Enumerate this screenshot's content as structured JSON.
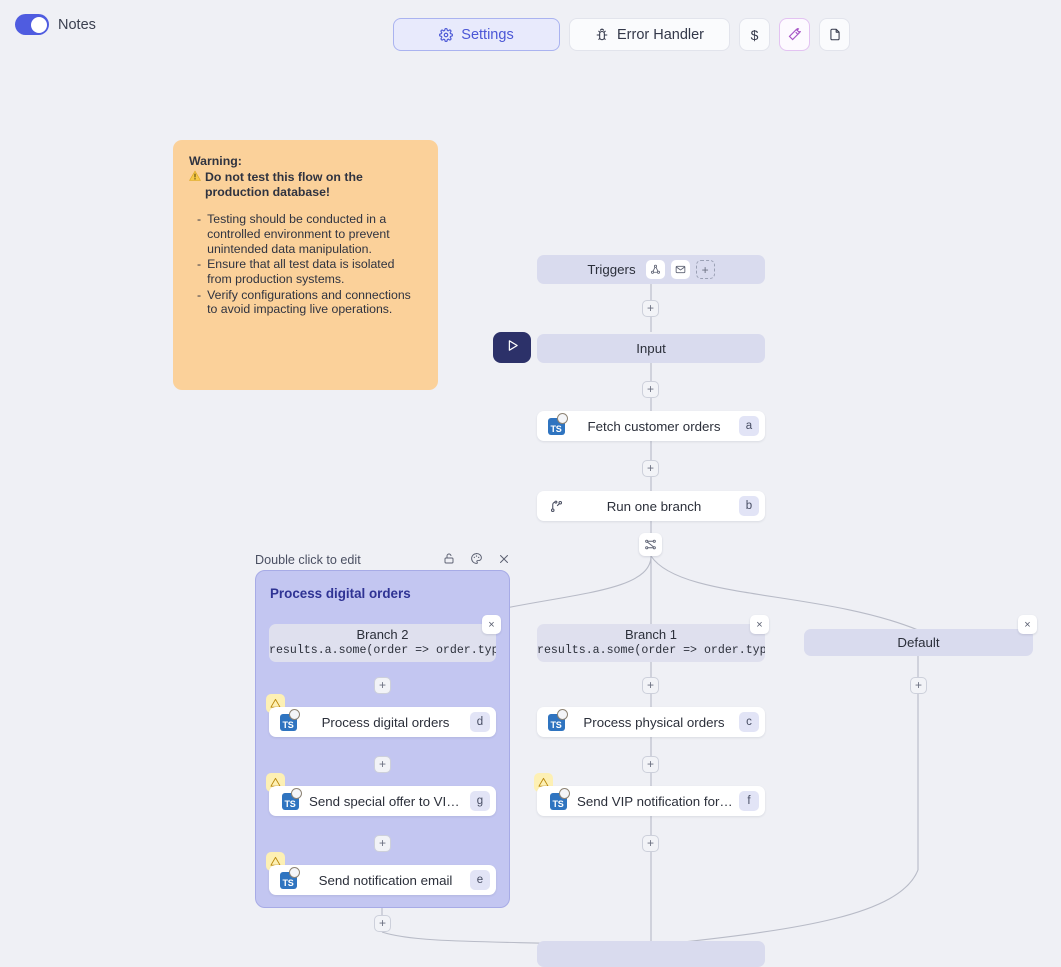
{
  "topbar": {
    "notes_toggle_label": "Notes",
    "notes_toggle_on": true,
    "buttons": [
      {
        "name": "settings",
        "label": "Settings",
        "icon": "gear-icon",
        "active": true
      },
      {
        "name": "error-handler",
        "label": "Error Handler",
        "icon": "bug-icon",
        "active": false
      },
      {
        "name": "cost",
        "label": "$",
        "icon": "dollar-icon",
        "active": false
      },
      {
        "name": "magic",
        "label": "",
        "icon": "magic-wand-icon",
        "active": false
      },
      {
        "name": "document",
        "label": "",
        "icon": "file-icon",
        "active": false
      }
    ]
  },
  "note_card": {
    "title": "Warning:",
    "headline": "Do not test this flow on the production database!",
    "headline_icon": "warning-icon",
    "bullets": [
      "Testing should be conducted in a controlled environment to prevent unintended data manipulation.",
      "Ensure that all test data is isolated from production systems.",
      "Verify configurations and connections to avoid impacting live operations."
    ],
    "bullet_marker": "-",
    "background": "#fbd19a"
  },
  "flow": {
    "triggers": {
      "label": "Triggers",
      "chips": [
        "webhook-icon",
        "email-icon"
      ],
      "add_label": "+"
    },
    "input": {
      "label": "Input",
      "run_icon": "play-icon"
    },
    "nodes": [
      {
        "label": "Fetch customer orders",
        "badge": "a",
        "icon": "typescript-icon",
        "warning": false
      },
      {
        "label": "Run one branch",
        "badge": "b",
        "icon": "branch-icon",
        "warning": false
      },
      {
        "label": "Process physical orders",
        "badge": "c",
        "icon": "typescript-icon",
        "warning": false
      },
      {
        "label": "Send VIP notification for physical...",
        "badge": "f",
        "icon": "typescript-icon",
        "warning": true
      },
      {
        "label": "Process digital orders",
        "badge": "d",
        "icon": "typescript-icon",
        "warning": true
      },
      {
        "label": "Send special offer to VIP digital c...",
        "badge": "g",
        "icon": "typescript-icon",
        "warning": true
      },
      {
        "label": "Send notification email",
        "badge": "e",
        "icon": "typescript-icon",
        "warning": true
      }
    ],
    "branches": [
      {
        "title": "Branch 2",
        "condition": "results.a.some(order => order.type"
      },
      {
        "title": "Branch 1",
        "condition": "results.a.some(order => order.type"
      },
      {
        "title": "Default",
        "condition": ""
      }
    ],
    "group": {
      "hint": "Double click to edit",
      "title": "Process digital orders",
      "icons": [
        "lock-icon",
        "palette-icon",
        "close-icon"
      ],
      "fill": "#c3c6f1"
    },
    "add_label": "+",
    "close_label": "×",
    "merge_icon": "split-merge-icon"
  },
  "colors": {
    "canvas": "#eff0f5",
    "accent": "#4f5ce0",
    "group": "#c3c6f1",
    "pill": "#d9dbee",
    "warning_card": "#fbd19a",
    "magic": "#a855c7"
  }
}
